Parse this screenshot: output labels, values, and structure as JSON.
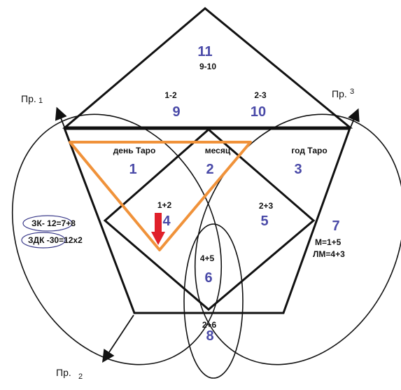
{
  "colors": {
    "line": "#111111",
    "number": "#4a4aa8",
    "triangle": "#f0923a",
    "arrow": "#e0202a",
    "oval": "#3a3a8a"
  },
  "axes": {
    "pr1": {
      "text": "Пр.",
      "sub": "1"
    },
    "pr2": {
      "text": "Пр.",
      "sub": "2"
    },
    "pr3": {
      "text": "Пр.",
      "sub": "3"
    }
  },
  "zones": {
    "z11": {
      "num": "11",
      "formula": "9-10"
    },
    "z9": {
      "num": "9",
      "formula": "1-2"
    },
    "z10": {
      "num": "10",
      "formula": "2-3"
    },
    "z1": {
      "num": "1",
      "label": "день Таро"
    },
    "z2": {
      "num": "2",
      "label": "месяц"
    },
    "z3": {
      "num": "3",
      "label": "год Таро"
    },
    "z4": {
      "num": "4",
      "formula": "1+2"
    },
    "z5": {
      "num": "5",
      "formula": "2+3"
    },
    "z6": {
      "num": "6",
      "formula": "4+5"
    },
    "z7": {
      "num": "7",
      "formula1": "М=1+5",
      "formula2": "ЛМ=4+3"
    },
    "z8": {
      "num": "8",
      "formula": "2+6"
    }
  },
  "notes": {
    "zk": "ЗК- 12=7+8",
    "zdk": "ЗДК -30=12х2"
  }
}
